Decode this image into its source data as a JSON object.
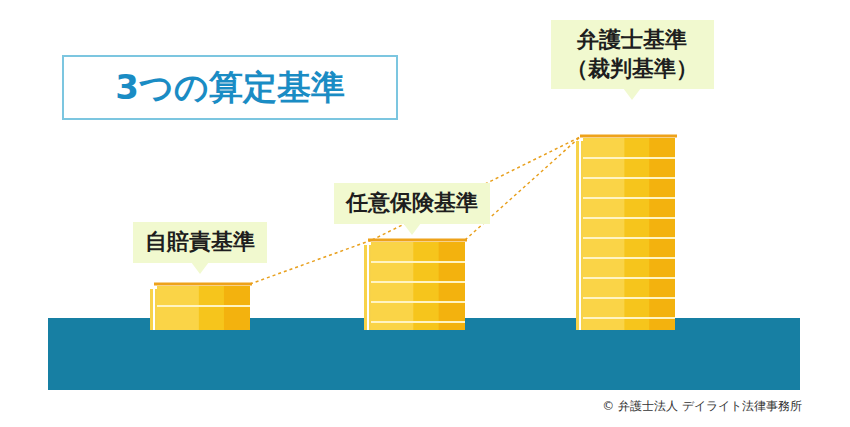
{
  "diagram": {
    "title": "3つの算定基準",
    "nodes": [
      {
        "text": [
          "自賠責基準"
        ]
      },
      {
        "text": [
          "任意保険基準"
        ]
      },
      {
        "text": [
          "弁護士基準 （裁判基準）"
        ]
      }
    ],
    "labels": [
      "© 弁護士法人 デイライト法律事務所"
    ]
  }
}
